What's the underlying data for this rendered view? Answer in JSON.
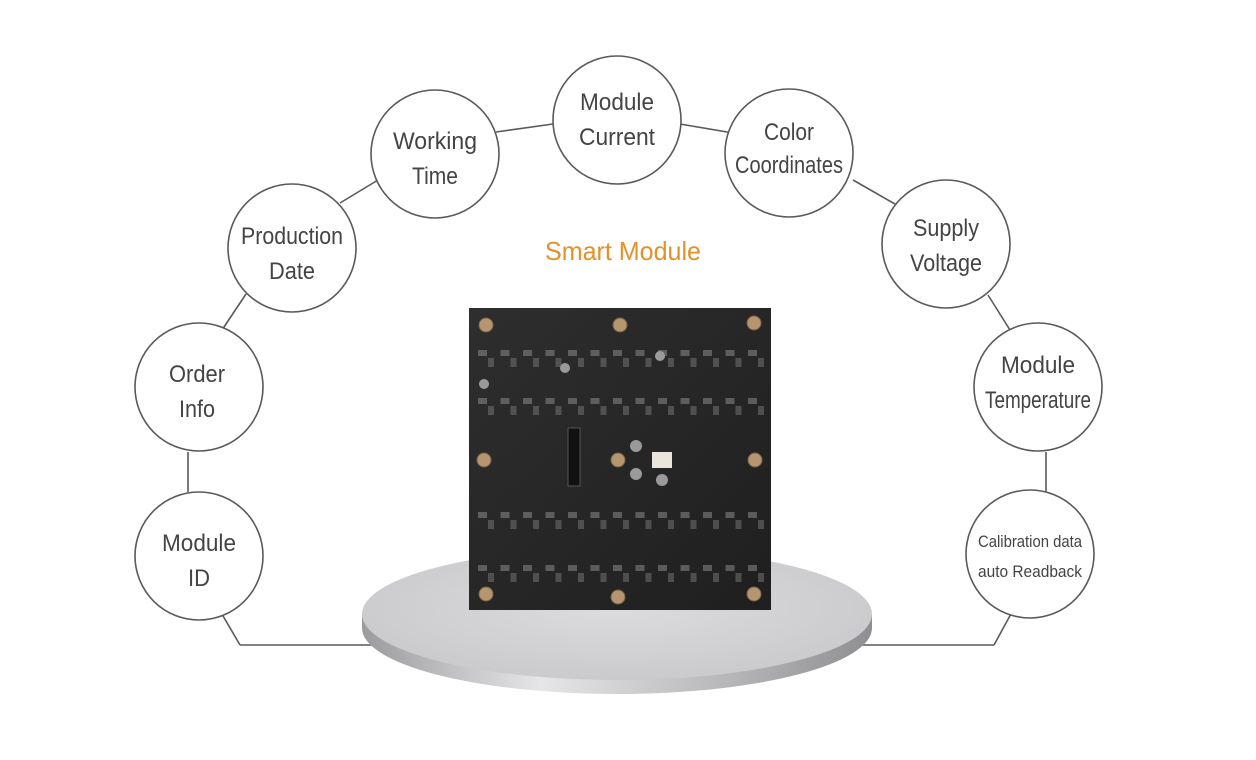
{
  "title": "Smart Module",
  "colors": {
    "title": "#e3912a",
    "circle_stroke": "#5a5a5a",
    "text": "#444444",
    "panel": "#2a2a2a",
    "stand": "#d4d4d6"
  },
  "nodes": [
    {
      "id": "module-id",
      "lines": [
        "Module",
        "ID"
      ]
    },
    {
      "id": "order-info",
      "lines": [
        "Order",
        "Info"
      ]
    },
    {
      "id": "production-date",
      "lines": [
        "Production",
        "Date"
      ]
    },
    {
      "id": "working-time",
      "lines": [
        "Working",
        "Time"
      ]
    },
    {
      "id": "module-current",
      "lines": [
        "Module",
        "Current"
      ]
    },
    {
      "id": "color-coordinates",
      "lines": [
        "Color",
        "Coordinates"
      ]
    },
    {
      "id": "supply-voltage",
      "lines": [
        "Supply",
        "Voltage"
      ]
    },
    {
      "id": "module-temperature",
      "lines": [
        "Module",
        "Temperature"
      ]
    },
    {
      "id": "calibration-data",
      "lines": [
        "Calibration data",
        "auto Readback"
      ]
    }
  ]
}
